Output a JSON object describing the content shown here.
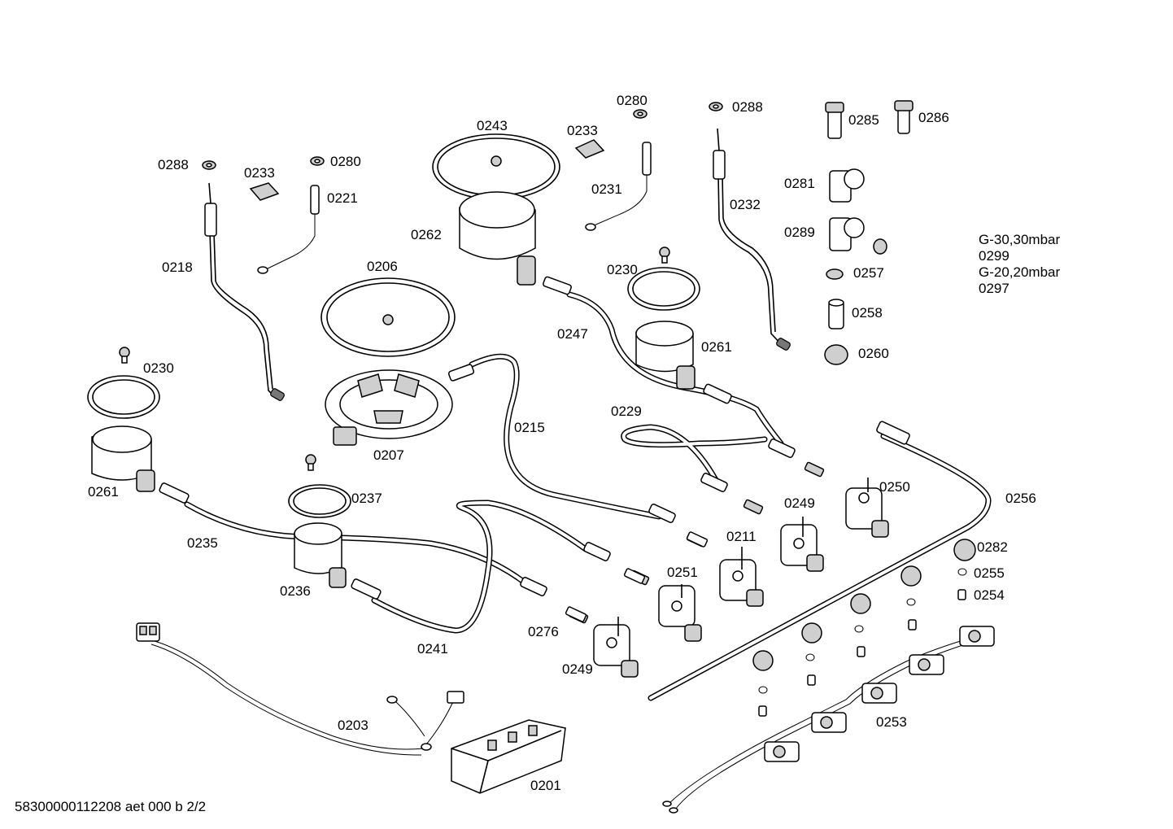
{
  "parts": [
    {
      "id": "p0288a",
      "text": "0288"
    },
    {
      "id": "p0233a",
      "text": "0233"
    },
    {
      "id": "p0280a",
      "text": "0280"
    },
    {
      "id": "p0221",
      "text": "0221"
    },
    {
      "id": "p0218",
      "text": "0218"
    },
    {
      "id": "p0243",
      "text": "0243"
    },
    {
      "id": "p0233b",
      "text": "0233"
    },
    {
      "id": "p0280b",
      "text": "0280"
    },
    {
      "id": "p0231",
      "text": "0231"
    },
    {
      "id": "p0288b",
      "text": "0288"
    },
    {
      "id": "p0232",
      "text": "0232"
    },
    {
      "id": "p0285",
      "text": "0285"
    },
    {
      "id": "p0286",
      "text": "0286"
    },
    {
      "id": "p0281",
      "text": "0281"
    },
    {
      "id": "p0289",
      "text": "0289"
    },
    {
      "id": "p0257",
      "text": "0257"
    },
    {
      "id": "p0258",
      "text": "0258"
    },
    {
      "id": "p0260",
      "text": "0260"
    },
    {
      "id": "p0262",
      "text": "0262"
    },
    {
      "id": "p0206",
      "text": "0206"
    },
    {
      "id": "p0230a",
      "text": "0230"
    },
    {
      "id": "p0261a",
      "text": "0261"
    },
    {
      "id": "p0247",
      "text": "0247"
    },
    {
      "id": "p0230b",
      "text": "0230"
    },
    {
      "id": "p0261b",
      "text": "0261"
    },
    {
      "id": "p0207",
      "text": "0207"
    },
    {
      "id": "p0215",
      "text": "0215"
    },
    {
      "id": "p0229",
      "text": "0229"
    },
    {
      "id": "p0237",
      "text": "0237"
    },
    {
      "id": "p0235",
      "text": "0235"
    },
    {
      "id": "p0236",
      "text": "0236"
    },
    {
      "id": "p0241",
      "text": "0241"
    },
    {
      "id": "p0276",
      "text": "0276"
    },
    {
      "id": "p0249a",
      "text": "0249"
    },
    {
      "id": "p0251",
      "text": "0251"
    },
    {
      "id": "p0211",
      "text": "0211"
    },
    {
      "id": "p0249b",
      "text": "0249"
    },
    {
      "id": "p0250",
      "text": "0250"
    },
    {
      "id": "p0256",
      "text": "0256"
    },
    {
      "id": "p0282",
      "text": "0282"
    },
    {
      "id": "p0255",
      "text": "0255"
    },
    {
      "id": "p0254",
      "text": "0254"
    },
    {
      "id": "p0253",
      "text": "0253"
    },
    {
      "id": "p0203",
      "text": "0203"
    },
    {
      "id": "p0201",
      "text": "0201"
    }
  ],
  "gas_note": [
    "G-30,30mbar",
    "0299",
    "G-20,20mbar",
    "0297"
  ],
  "footer": "58300000112208 aet 000 b 2/2"
}
